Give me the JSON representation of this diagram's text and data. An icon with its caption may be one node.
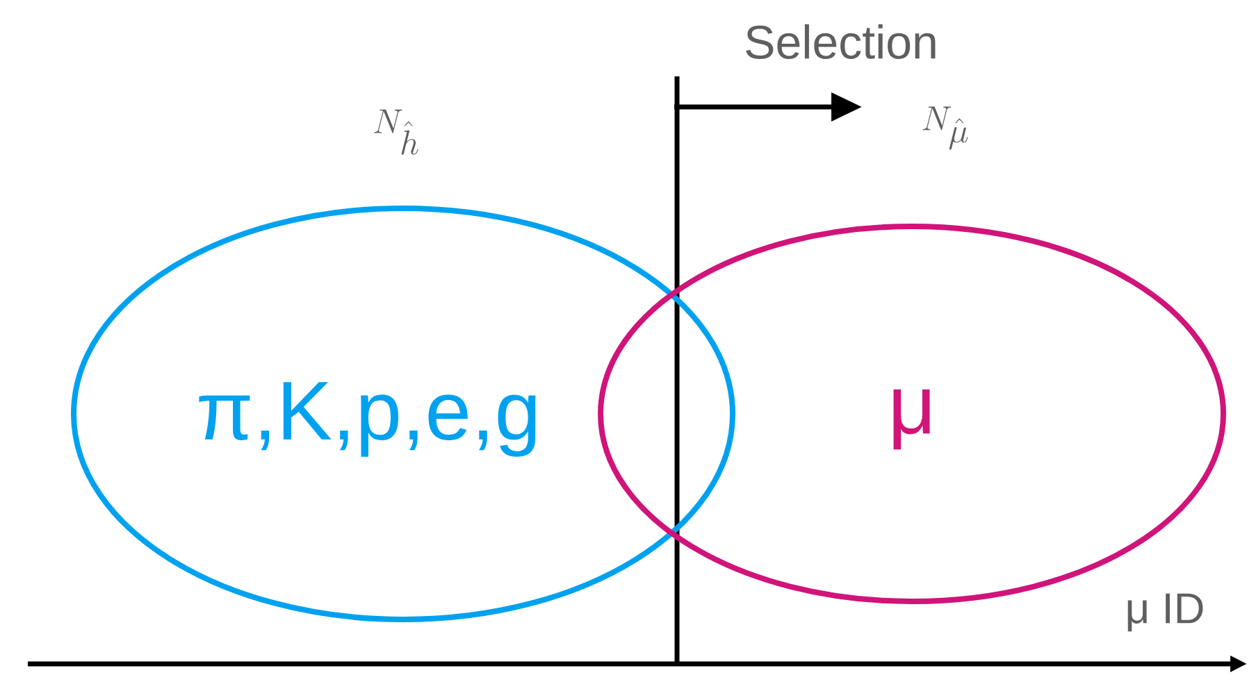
{
  "diagram": {
    "nodes": [
      {
        "text": [
          "π,K,p,e,g"
        ]
      },
      {
        "text": [
          "μ"
        ]
      }
    ],
    "labels": [
      "Selection",
      "N_{\\hat{h}}",
      "N_{\\hat{\\mu}}",
      "μ ID"
    ]
  }
}
